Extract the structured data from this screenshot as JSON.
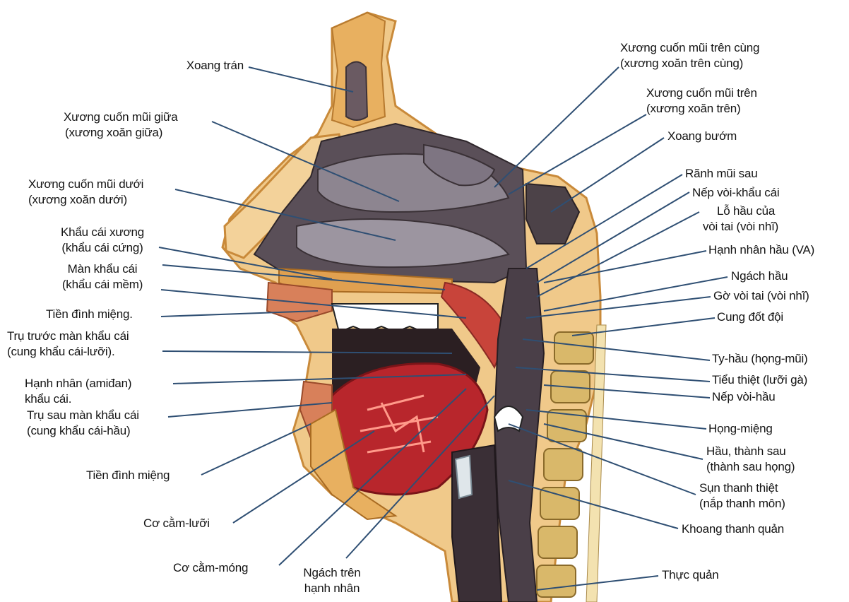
{
  "colors": {
    "background": "#ffffff",
    "skin": "#f0c98a",
    "bone": "#e8b060",
    "nasal_cavity": "#5a4f58",
    "turbinate": "#8d8590",
    "tongue": "#b8262c",
    "muscle": "#c4443a",
    "pharynx": "#4a3f48",
    "spine": "#d9b86a",
    "leader_line": "#2f4f73"
  },
  "labels": {
    "xoang_tran": [
      "Xoang trán"
    ],
    "xuong_cuon_giua": [
      "Xương cuốn mũi giữa",
      "(xương xoăn giữa)"
    ],
    "xuong_cuon_duoi": [
      "Xương cuốn mũi dưới",
      "(xương xoăn dưới)"
    ],
    "khau_cai_xuong": [
      "Khẩu cái xương",
      "(khẩu cái cứng)"
    ],
    "man_khau_cai": [
      "Màn khẩu cái",
      "(khẩu cái mềm)"
    ],
    "tien_dinh_mieng_top": [
      "Tiền đình miệng."
    ],
    "tru_truoc": [
      "Trụ trước màn khẩu cái",
      "(cung khẩu cái-lưỡi)."
    ],
    "hanh_nhan_amidan": [
      "Hạnh nhân (amiđan)",
      "khẩu cái."
    ],
    "tru_sau": [
      "Trụ sau màn khẩu cái",
      "(cung khẩu cái-hầu)"
    ],
    "tien_dinh_mieng_bottom": [
      "Tiền đình miệng"
    ],
    "co_cam_luoi": [
      "Cơ cằm-lưỡi"
    ],
    "co_cam_mong": [
      "Cơ cằm-móng"
    ],
    "ngach_tren": [
      "Ngách trên",
      "hạnh nhân"
    ],
    "xuong_cuon_tren_cung": [
      "Xương cuốn mũi trên cùng",
      "(xương xoăn trên cùng)"
    ],
    "xuong_cuon_tren": [
      "Xương cuốn mũi trên",
      "(xương xoăn trên)"
    ],
    "xoang_buom": [
      "Xoang bướm"
    ],
    "ranh_mui_sau": [
      "Rãnh mũi sau"
    ],
    "nep_voi_khau_cai": [
      "Nếp vòi-khẩu cái"
    ],
    "lo_hau": [
      "Lỗ hầu của",
      "vòi tai (vòi nhĩ)"
    ],
    "hanh_nhan_hau": [
      "Hạnh nhân hầu (VA)"
    ],
    "ngach_hau": [
      "Ngách hầu"
    ],
    "go_voi_tai": [
      "Gờ vòi tai (vòi nhĩ)"
    ],
    "cung_dot_doi": [
      "Cung đốt đội"
    ],
    "ty_hau": [
      "Ty-hầu (họng-mũi)"
    ],
    "tieu_thiet": [
      "Tiểu thiệt (lưỡi gà)"
    ],
    "nep_voi_hau": [
      "Nếp vòi-hầu"
    ],
    "hong_mieng": [
      "Họng-miệng"
    ],
    "hau_thanh_sau": [
      "Hầu, thành sau",
      "(thành sau họng)"
    ],
    "sun_thanh_thiet": [
      "Sụn thanh thiệt",
      "(nắp thanh môn)"
    ],
    "khoang_thanh_quan": [
      "Khoang thanh quản"
    ],
    "thuc_quan": [
      "Thực quản"
    ]
  }
}
